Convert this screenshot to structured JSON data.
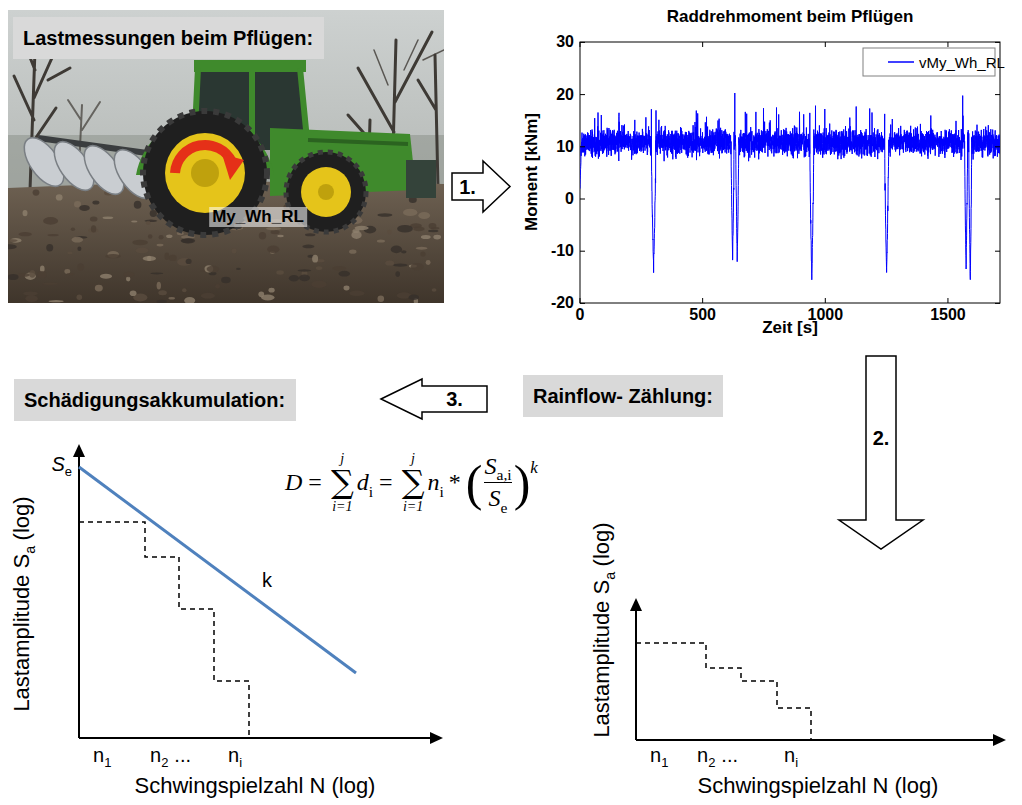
{
  "diagram": {
    "nodes": [
      {
        "text": [
          "Lastmessungen beim Pflügen:"
        ]
      },
      {
        "text": [
          "1."
        ]
      },
      {
        "text": [
          "2."
        ]
      },
      {
        "text": [
          "Rainflow- Zählung:"
        ]
      },
      {
        "text": [
          "3."
        ]
      },
      {
        "text": [
          "Schädigungsakkumulation:"
        ]
      }
    ],
    "labels": [
      "My_Wh_RL",
      "Raddrehmoment beim Pflügen",
      "30",
      "20",
      "10",
      "0",
      "-10",
      "-20",
      "0",
      "500",
      "1000",
      "1500",
      "Moment [kNm]",
      "Zeit [s]",
      "S",
      "e",
      "D",
      "=",
      "j",
      "∑",
      "i=1",
      "d",
      "i",
      "=",
      "j",
      "∑",
      "i=1",
      "n",
      "i",
      "*",
      "(",
      "S",
      "a,i",
      "S",
      "e",
      ")",
      "k",
      "k",
      "Lastamplitude S",
      "a",
      "(log)",
      "n",
      "1",
      "n",
      "2",
      "...",
      "n",
      "i",
      "Schwingspielzahl N (log)",
      "Lastamplitude S",
      "a",
      "(log)",
      "n",
      "1",
      "n",
      "2",
      "...",
      "n",
      "i",
      "Schwingspielzahl N (log)"
    ],
    "legend": [
      {
        "text": "vMy_Wh_RL"
      }
    ]
  }
}
